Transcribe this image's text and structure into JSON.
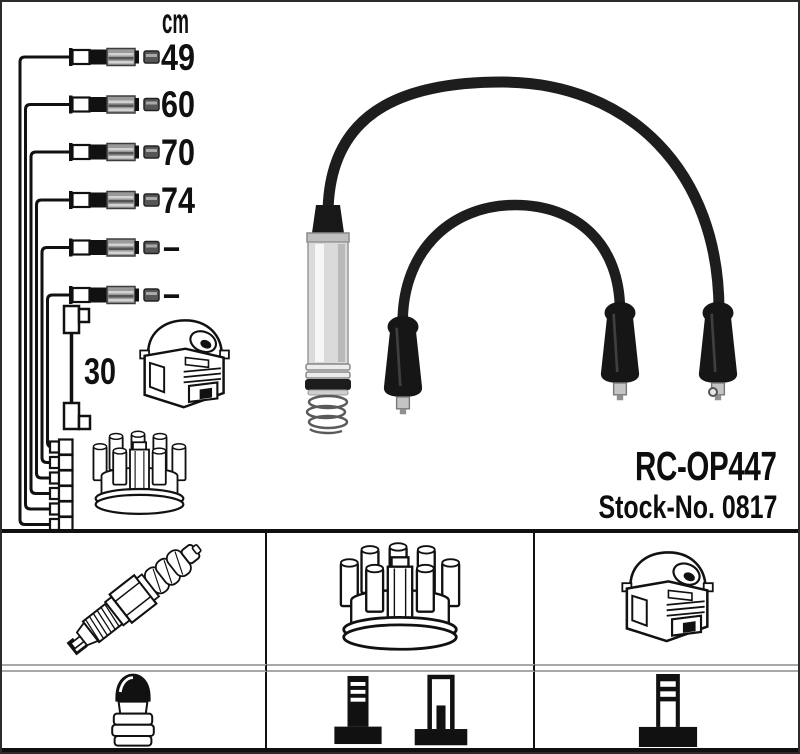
{
  "product": {
    "code": "RC-OP447",
    "stock_label": "Stock-No. 0817"
  },
  "diagram": {
    "unit": "cm",
    "cable_lengths": [
      "49",
      "60",
      "70",
      "74",
      "–",
      "–"
    ],
    "coil_cable_length": "30"
  },
  "icons": {
    "left_diagram": [
      "ignition-coil-icon",
      "distributor-cap-icon",
      "plug-connector-stack-icon"
    ],
    "photo": [
      "ignition-cable-long",
      "ignition-cable-short",
      "spark-plug-boot-metal",
      "distributor-boot"
    ],
    "table_row1": [
      "spark-plug-icon",
      "distributor-cap-icon",
      "ignition-coil-icon"
    ],
    "table_row2": [
      "spark-plug-connector-icon",
      "distributor-connector-striped-icon",
      "distributor-connector-socket-icon",
      "coil-connector-icon"
    ]
  },
  "colors": {
    "ink": "#111111",
    "cable": "#1d1d1d",
    "row_divider": "#a8a8a8",
    "background": "#ffffff"
  }
}
